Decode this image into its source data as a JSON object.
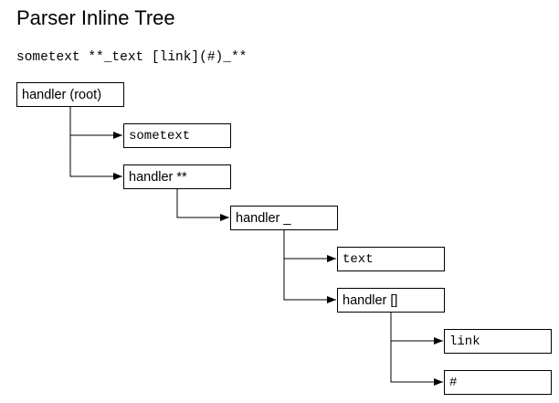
{
  "diagram": {
    "title": "Parser Inline Tree",
    "input_text": "sometext **_text [link](#)_**",
    "nodes": {
      "root": "handler (root)",
      "sometext": "sometext",
      "bold": "handler **",
      "italic": "handler _",
      "text": "text",
      "link_handler": "handler []",
      "link": "link",
      "hash": "#"
    },
    "edges": [
      {
        "from": "root",
        "to": "sometext"
      },
      {
        "from": "root",
        "to": "bold"
      },
      {
        "from": "bold",
        "to": "italic"
      },
      {
        "from": "italic",
        "to": "text"
      },
      {
        "from": "italic",
        "to": "link_handler"
      },
      {
        "from": "link_handler",
        "to": "link"
      },
      {
        "from": "link_handler",
        "to": "hash"
      }
    ],
    "colors": {
      "stroke": "#000000",
      "background": "#ffffff"
    }
  }
}
